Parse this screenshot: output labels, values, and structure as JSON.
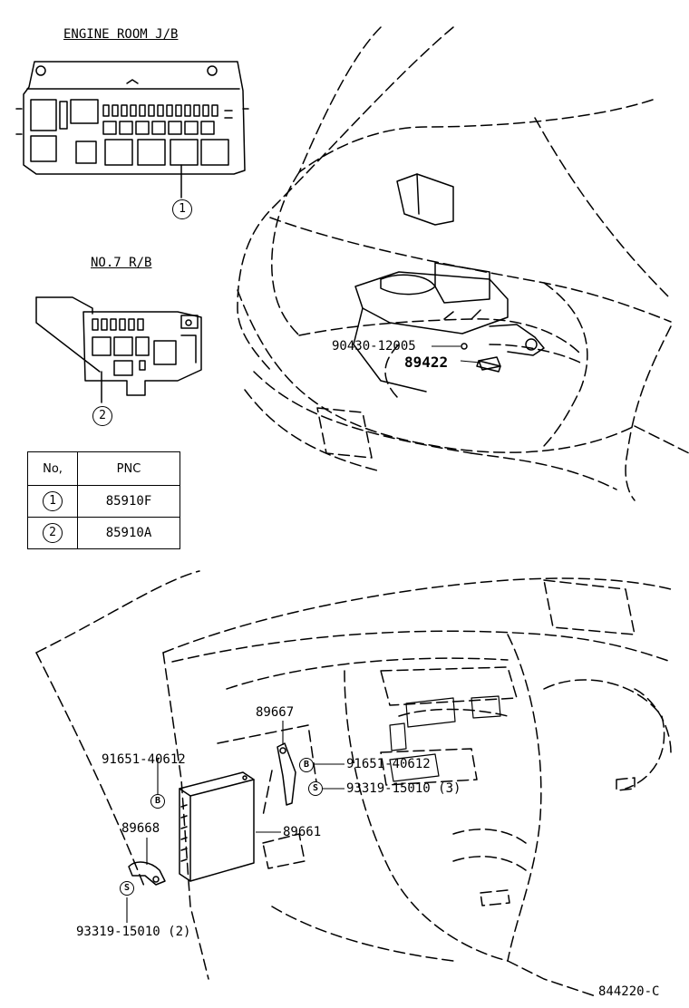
{
  "sections": {
    "engine_room_jb": "ENGINE ROOM J/B",
    "no7_rb": "NO.7 R/B"
  },
  "pnc_table": {
    "headers": [
      "No,",
      "PNC"
    ],
    "rows": [
      {
        "no": "1",
        "pnc": "85910F"
      },
      {
        "no": "2",
        "pnc": "85910A"
      }
    ]
  },
  "callouts": {
    "c1": "1",
    "c2": "2",
    "b": "B",
    "s": "S"
  },
  "part_labels": {
    "p90430": "90430-12005",
    "p89422": "89422",
    "p89667": "89667",
    "p91651_left": "91651-40612",
    "p91651_right": "91651-40612",
    "p93319_right": "93319-15010 (3)",
    "p89668": "89668",
    "p89661": "89661",
    "p93319_left": "93319-15010 (2)"
  },
  "diagram_code": "844220-C"
}
